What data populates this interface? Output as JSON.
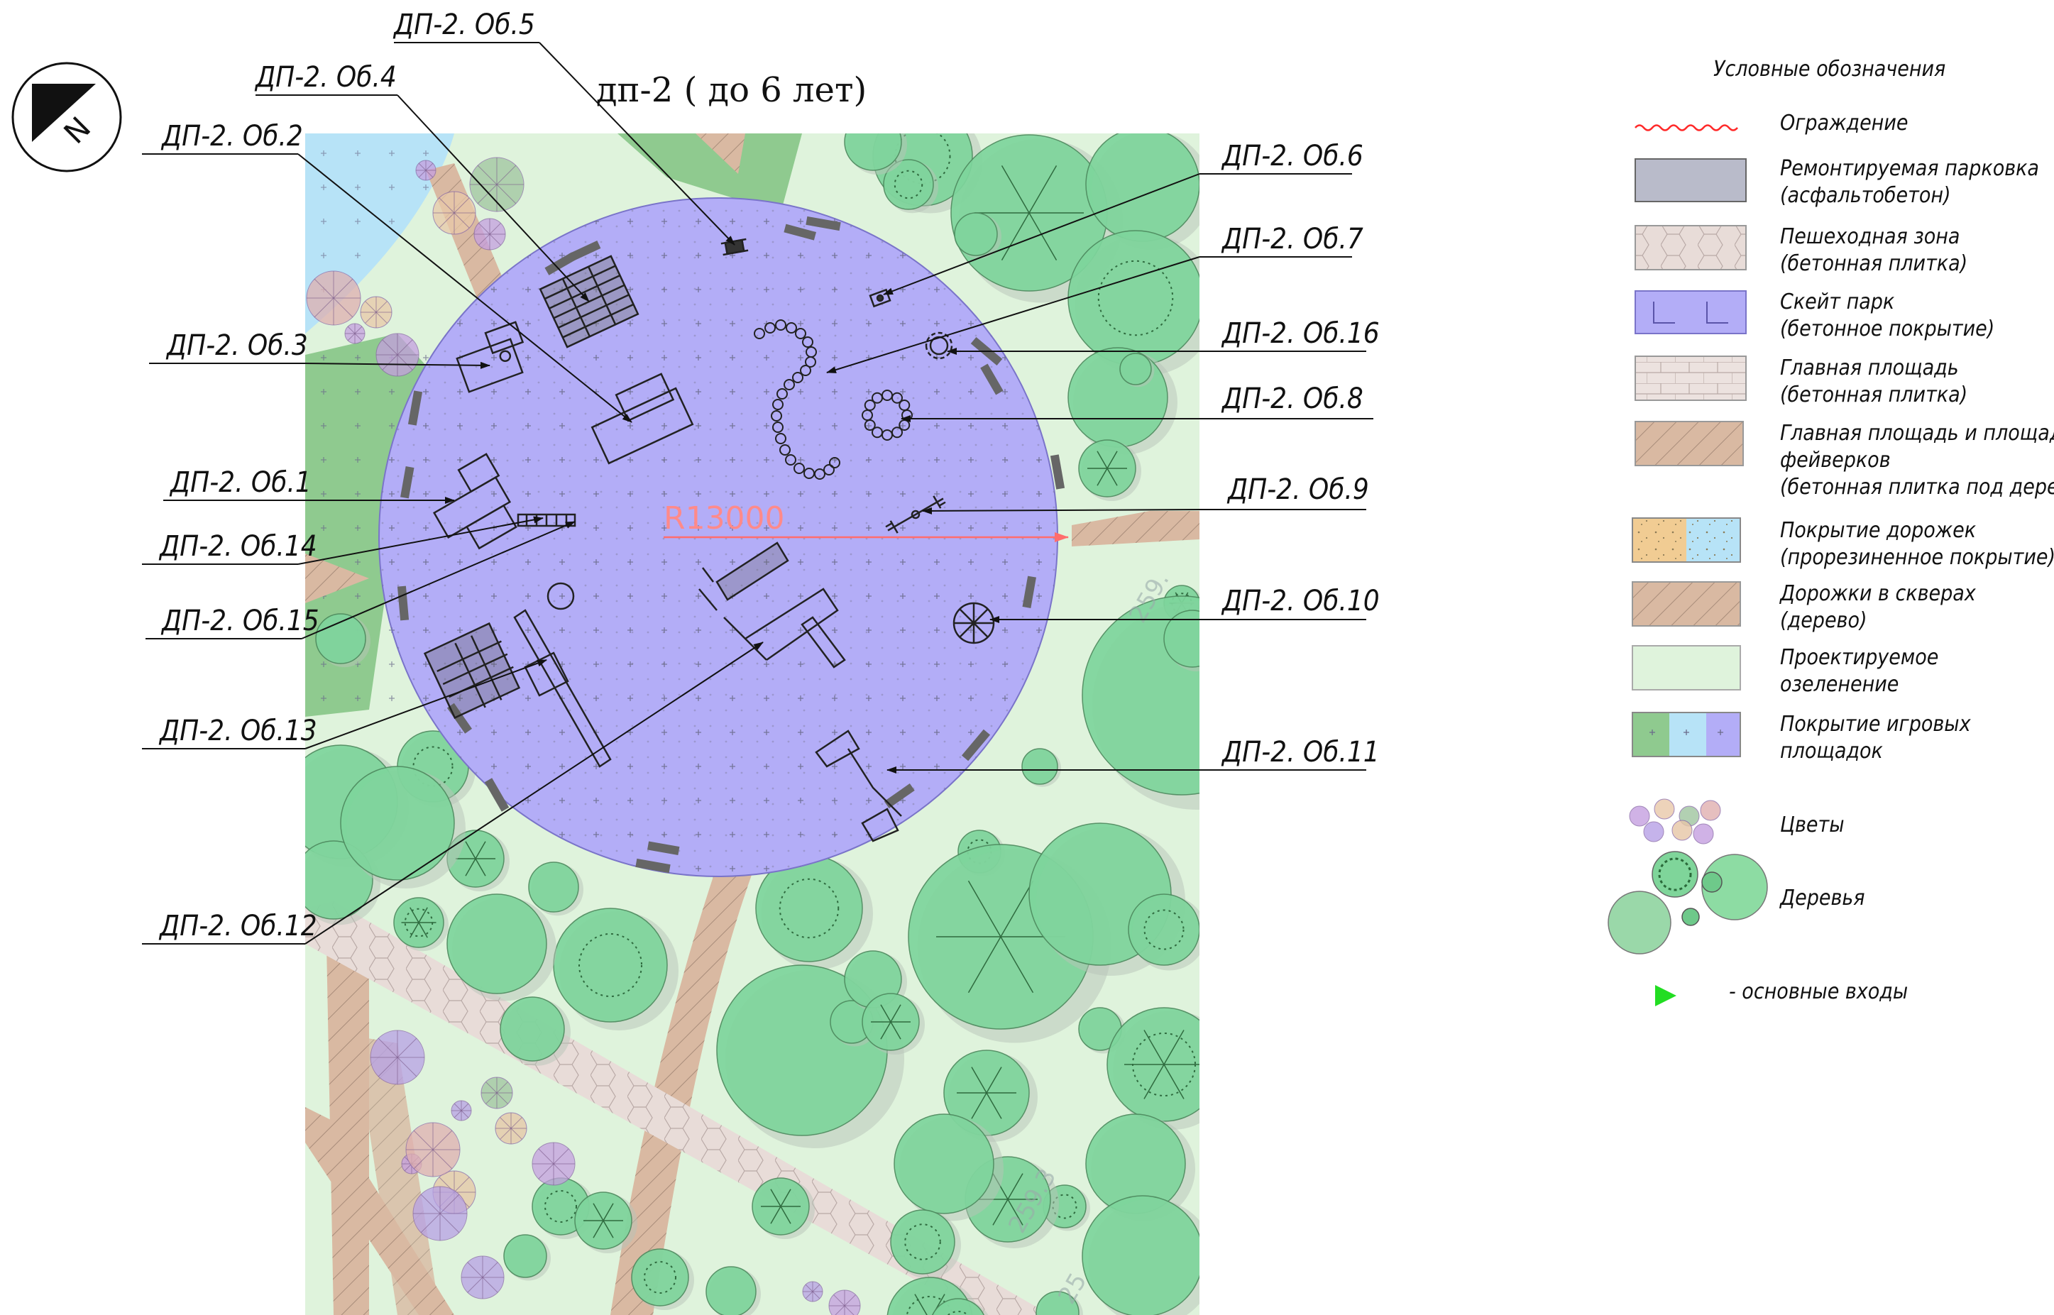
{
  "plan": {
    "title": "дп-2 ( до 6 лет)",
    "radius_label": "R13000",
    "north_label": "N",
    "callouts": [
      {
        "id": "ob5",
        "label": "ДП-2. Об.5"
      },
      {
        "id": "ob4",
        "label": "ДП-2. Об.4"
      },
      {
        "id": "ob2",
        "label": "ДП-2. Об.2"
      },
      {
        "id": "ob3",
        "label": "ДП-2. Об.3"
      },
      {
        "id": "ob1",
        "label": "ДП-2. Об.1"
      },
      {
        "id": "ob14",
        "label": "ДП-2. Об.14"
      },
      {
        "id": "ob15",
        "label": "ДП-2. Об.15"
      },
      {
        "id": "ob13",
        "label": "ДП-2. Об.13"
      },
      {
        "id": "ob12",
        "label": "ДП-2. Об.12"
      },
      {
        "id": "ob6",
        "label": "ДП-2. Об.6"
      },
      {
        "id": "ob7",
        "label": "ДП-2. Об.7"
      },
      {
        "id": "ob16",
        "label": "ДП-2. Об.16"
      },
      {
        "id": "ob8",
        "label": "ДП-2. Об.8"
      },
      {
        "id": "ob9",
        "label": "ДП-2. Об.9"
      },
      {
        "id": "ob10",
        "label": "ДП-2. Об.10"
      },
      {
        "id": "ob11",
        "label": "ДП-2. Об.11"
      }
    ]
  },
  "legend": {
    "title": "Условные обозначения",
    "items": [
      {
        "id": "fence",
        "line1": "Ограждение",
        "line2": ""
      },
      {
        "id": "parking",
        "line1": "Ремонтируемая  парковка",
        "line2": "(асфальтобетон)"
      },
      {
        "id": "pedestrian",
        "line1": "Пешеходная зона",
        "line2": "(бетонная плитка)"
      },
      {
        "id": "skate",
        "line1": "Скейт парк",
        "line2": "(бетонное покрытие)"
      },
      {
        "id": "mainsquare",
        "line1": "Главная площадь",
        "line2": "(бетонная плитка)"
      },
      {
        "id": "fireworks",
        "line1": "Главная площадь и площадка",
        "line2": "фейверков",
        "line3": "(бетонная плитка под дерево)"
      },
      {
        "id": "paths",
        "line1": "Покрытие дорожек",
        "line2": "(прорезиненное покрытие)"
      },
      {
        "id": "woodpaths",
        "line1": "Дорожки в скверах",
        "line2": " (дерево)"
      },
      {
        "id": "greening",
        "line1": "Проектируемое",
        "line2": "озеленение"
      },
      {
        "id": "playground",
        "line1": "Покрытие игровых",
        "line2": "площадок"
      },
      {
        "id": "flowers",
        "line1": "Цветы",
        "line2": ""
      },
      {
        "id": "trees",
        "line1": "Деревья",
        "line2": ""
      },
      {
        "id": "entrances",
        "line1": "- основные входы",
        "line2": ""
      }
    ]
  },
  "colors": {
    "playground_purple": "#b3adf7",
    "greening": "#dff3dc",
    "tree_green": "#5fd08a",
    "rubber_blue": "#b7e3f7",
    "wood": "#d9b9a2",
    "parking": "#b9bbca",
    "fence_red": "#ff2a2a",
    "entrance_green": "#22dd22"
  }
}
